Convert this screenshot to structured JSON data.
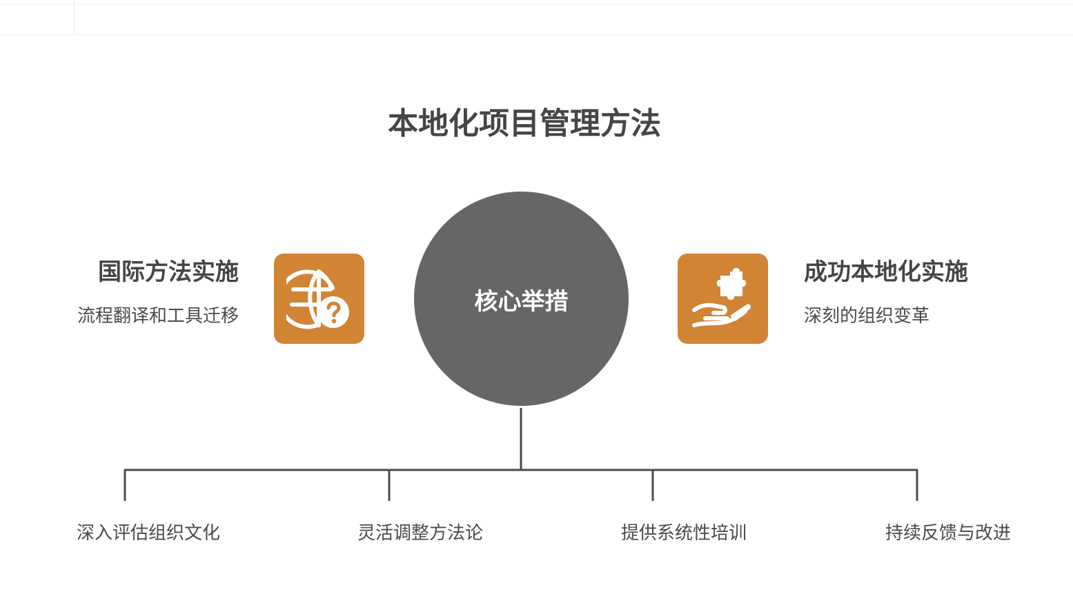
{
  "title": "本地化项目管理方法",
  "core": {
    "label": "核心举措"
  },
  "left_item": {
    "title": "国际方法实施",
    "subtitle": "流程翻译和工具迁移",
    "icon": "globe-question-icon"
  },
  "right_item": {
    "title": "成功本地化实施",
    "subtitle": "深刻的组织变革",
    "icon": "hand-puzzle-icon"
  },
  "branches": [
    {
      "label": "深入评估组织文化"
    },
    {
      "label": "灵活调整方法论"
    },
    {
      "label": "提供系统性培训"
    },
    {
      "label": "持续反馈与改进"
    }
  ],
  "colors": {
    "accent": "#d08434",
    "core": "#666666",
    "text": "#454545",
    "line": "#4a4a4a"
  }
}
